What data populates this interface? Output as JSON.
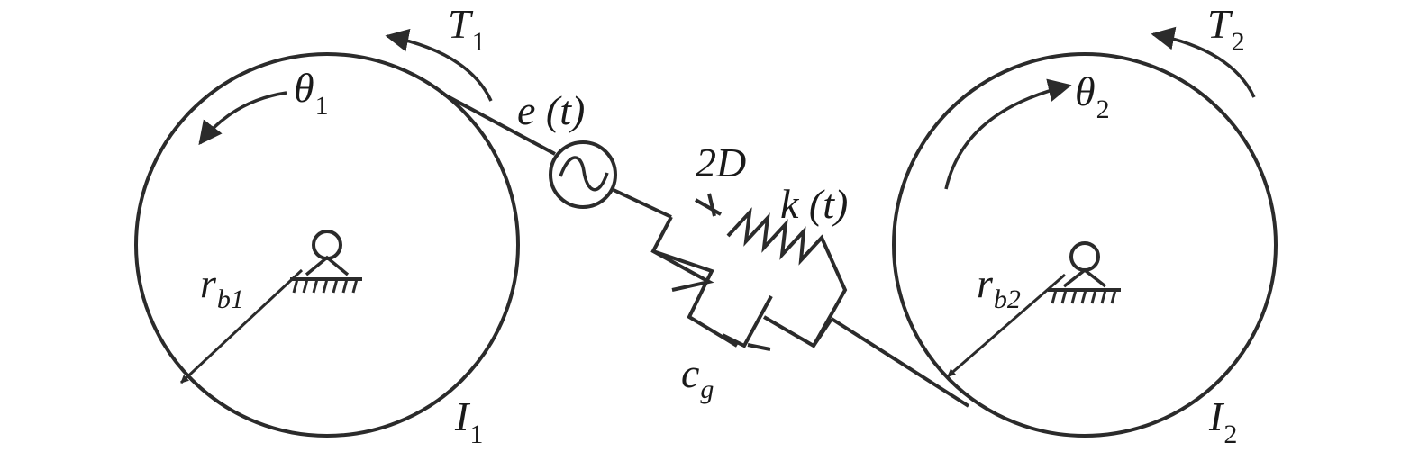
{
  "labels": {
    "T1": {
      "main": "T",
      "sub": "1"
    },
    "T2": {
      "main": "T",
      "sub": "2"
    },
    "theta1": {
      "main": "θ",
      "sub": "1"
    },
    "theta2": {
      "main": "θ",
      "sub": "2"
    },
    "rb1": {
      "main": "r",
      "sub": "b1"
    },
    "rb2": {
      "main": "r",
      "sub": "b2"
    },
    "I1": {
      "main": "I",
      "sub": "1"
    },
    "I2": {
      "main": "I",
      "sub": "2"
    },
    "cg": {
      "main": "c",
      "sub": "g"
    },
    "et": "e (t)",
    "twoD": "2D",
    "kt": "k (t)"
  }
}
